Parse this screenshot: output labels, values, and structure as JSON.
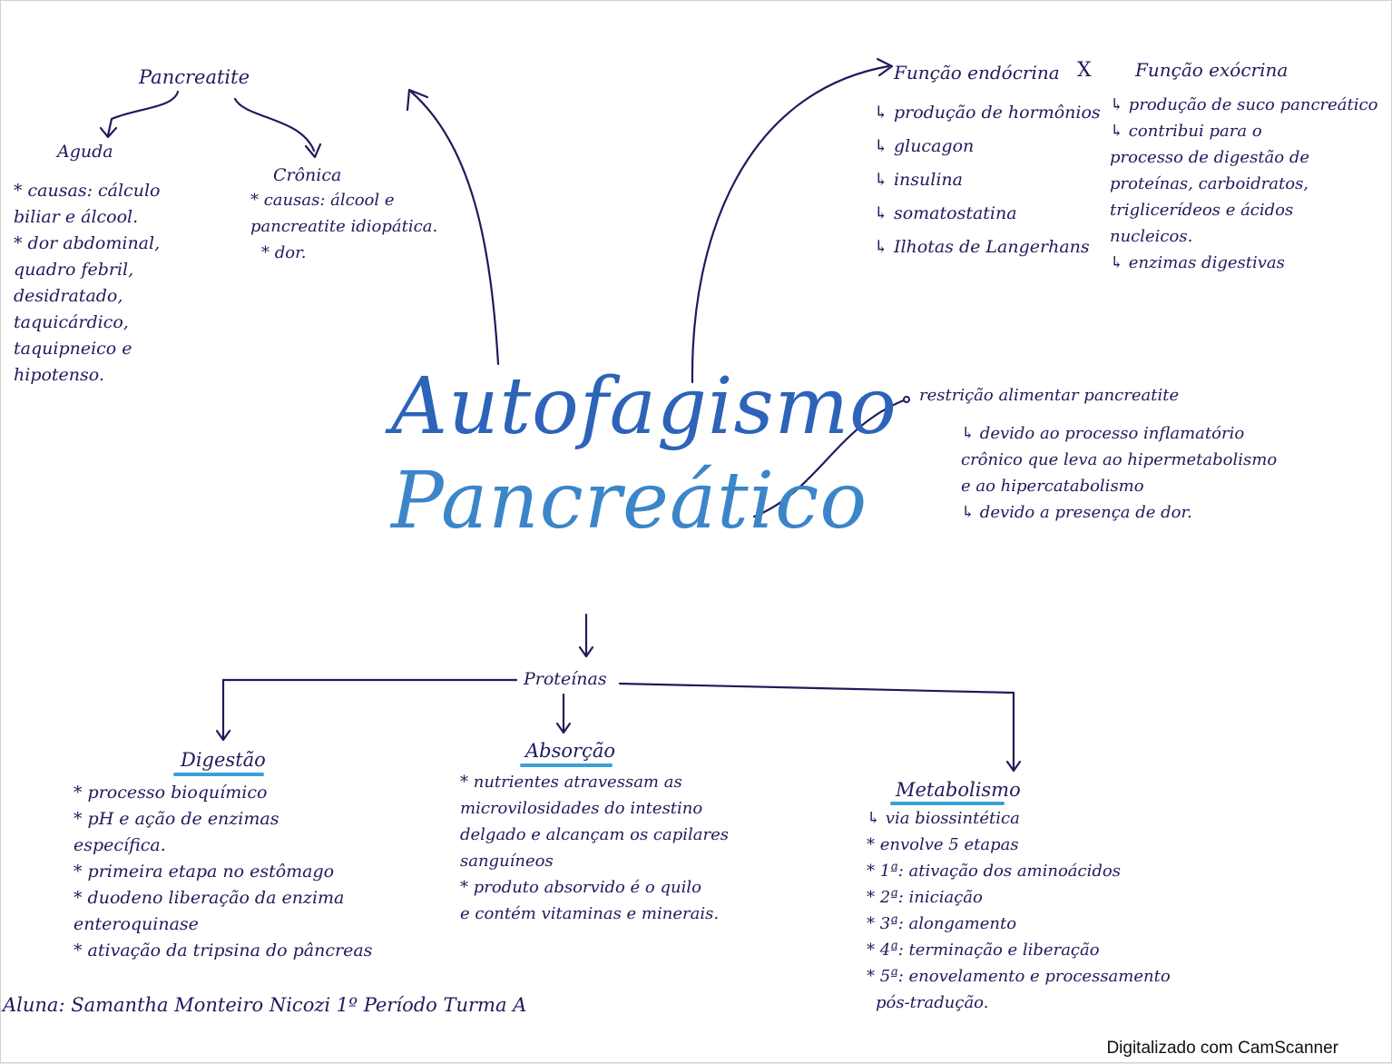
{
  "title": {
    "line1": "Autofagismo",
    "line2": "Pancreático"
  },
  "pancreatite": {
    "heading": "Pancreatite",
    "aguda": {
      "heading": "Aguda",
      "lines": [
        "* causas: cálculo",
        "biliar e álcool.",
        "* dor abdominal,",
        "quadro febril,",
        "desidratado,",
        "taquicárdico,",
        "taquipneico e",
        "hipotenso."
      ]
    },
    "cronica": {
      "heading": "Crônica",
      "lines": [
        "* causas: álcool e",
        "pancreatite idiopática.",
        "* dor."
      ]
    }
  },
  "funcoes": {
    "endocrina_heading": "Função endócrina",
    "separator": "X",
    "exocrina_heading": "Função exócrina",
    "endocrina_lines": [
      "↳ produção de hormônios",
      "↳ glucagon",
      "↳ insulina",
      "↳ somatostatina",
      "↳ Ilhotas de Langerhans"
    ],
    "exocrina_lines": [
      "↳ produção de suco pancreático",
      "↳ contribui para o",
      "processo de digestão de",
      "proteínas, carboidratos,",
      "triglicerídeos e ácidos",
      "nucleicos.",
      "↳ enzimas digestivas"
    ]
  },
  "restricao": {
    "heading": "restrição alimentar pancreatite",
    "lines": [
      "↳ devido ao processo inflamatório",
      "crônico que leva ao hipermetabolismo",
      "e ao hipercatabolismo",
      "↳ devido a presença de dor."
    ]
  },
  "proteinas": {
    "heading": "Proteínas"
  },
  "digestao": {
    "heading": "Digestão",
    "lines": [
      "* processo bioquímico",
      "* pH e ação de enzimas",
      "específica.",
      "* primeira etapa no estômago",
      "* duodeno liberação da enzima",
      "enteroquinase",
      "* ativação da tripsina do pâncreas"
    ]
  },
  "absorcao": {
    "heading": "Absorção",
    "lines": [
      "* nutrientes atravessam as",
      "microvilosidades do intestino",
      "delgado e alcançam os capilares",
      "sanguíneos",
      "* produto absorvido é o quilo",
      "e contém vitaminas e minerais."
    ]
  },
  "metabolismo": {
    "heading": "Metabolismo",
    "lines": [
      "↳ via biossintética",
      "* envolve 5 etapas",
      "* 1ª: ativação dos aminoácidos",
      "* 2ª: iniciação",
      "* 3ª: alongamento",
      "* 4ª: terminação e liberação",
      "* 5ª: enovelamento e processamento",
      "pós-tradução."
    ]
  },
  "aluna": "Aluna: Samantha Monteiro Nicozi 1º Período Turma A",
  "footer": "Digitalizado com CamScanner",
  "colors": {
    "ink": "#1f1b5c",
    "title": "#2d63b8",
    "underline": "#3aa0d8"
  }
}
